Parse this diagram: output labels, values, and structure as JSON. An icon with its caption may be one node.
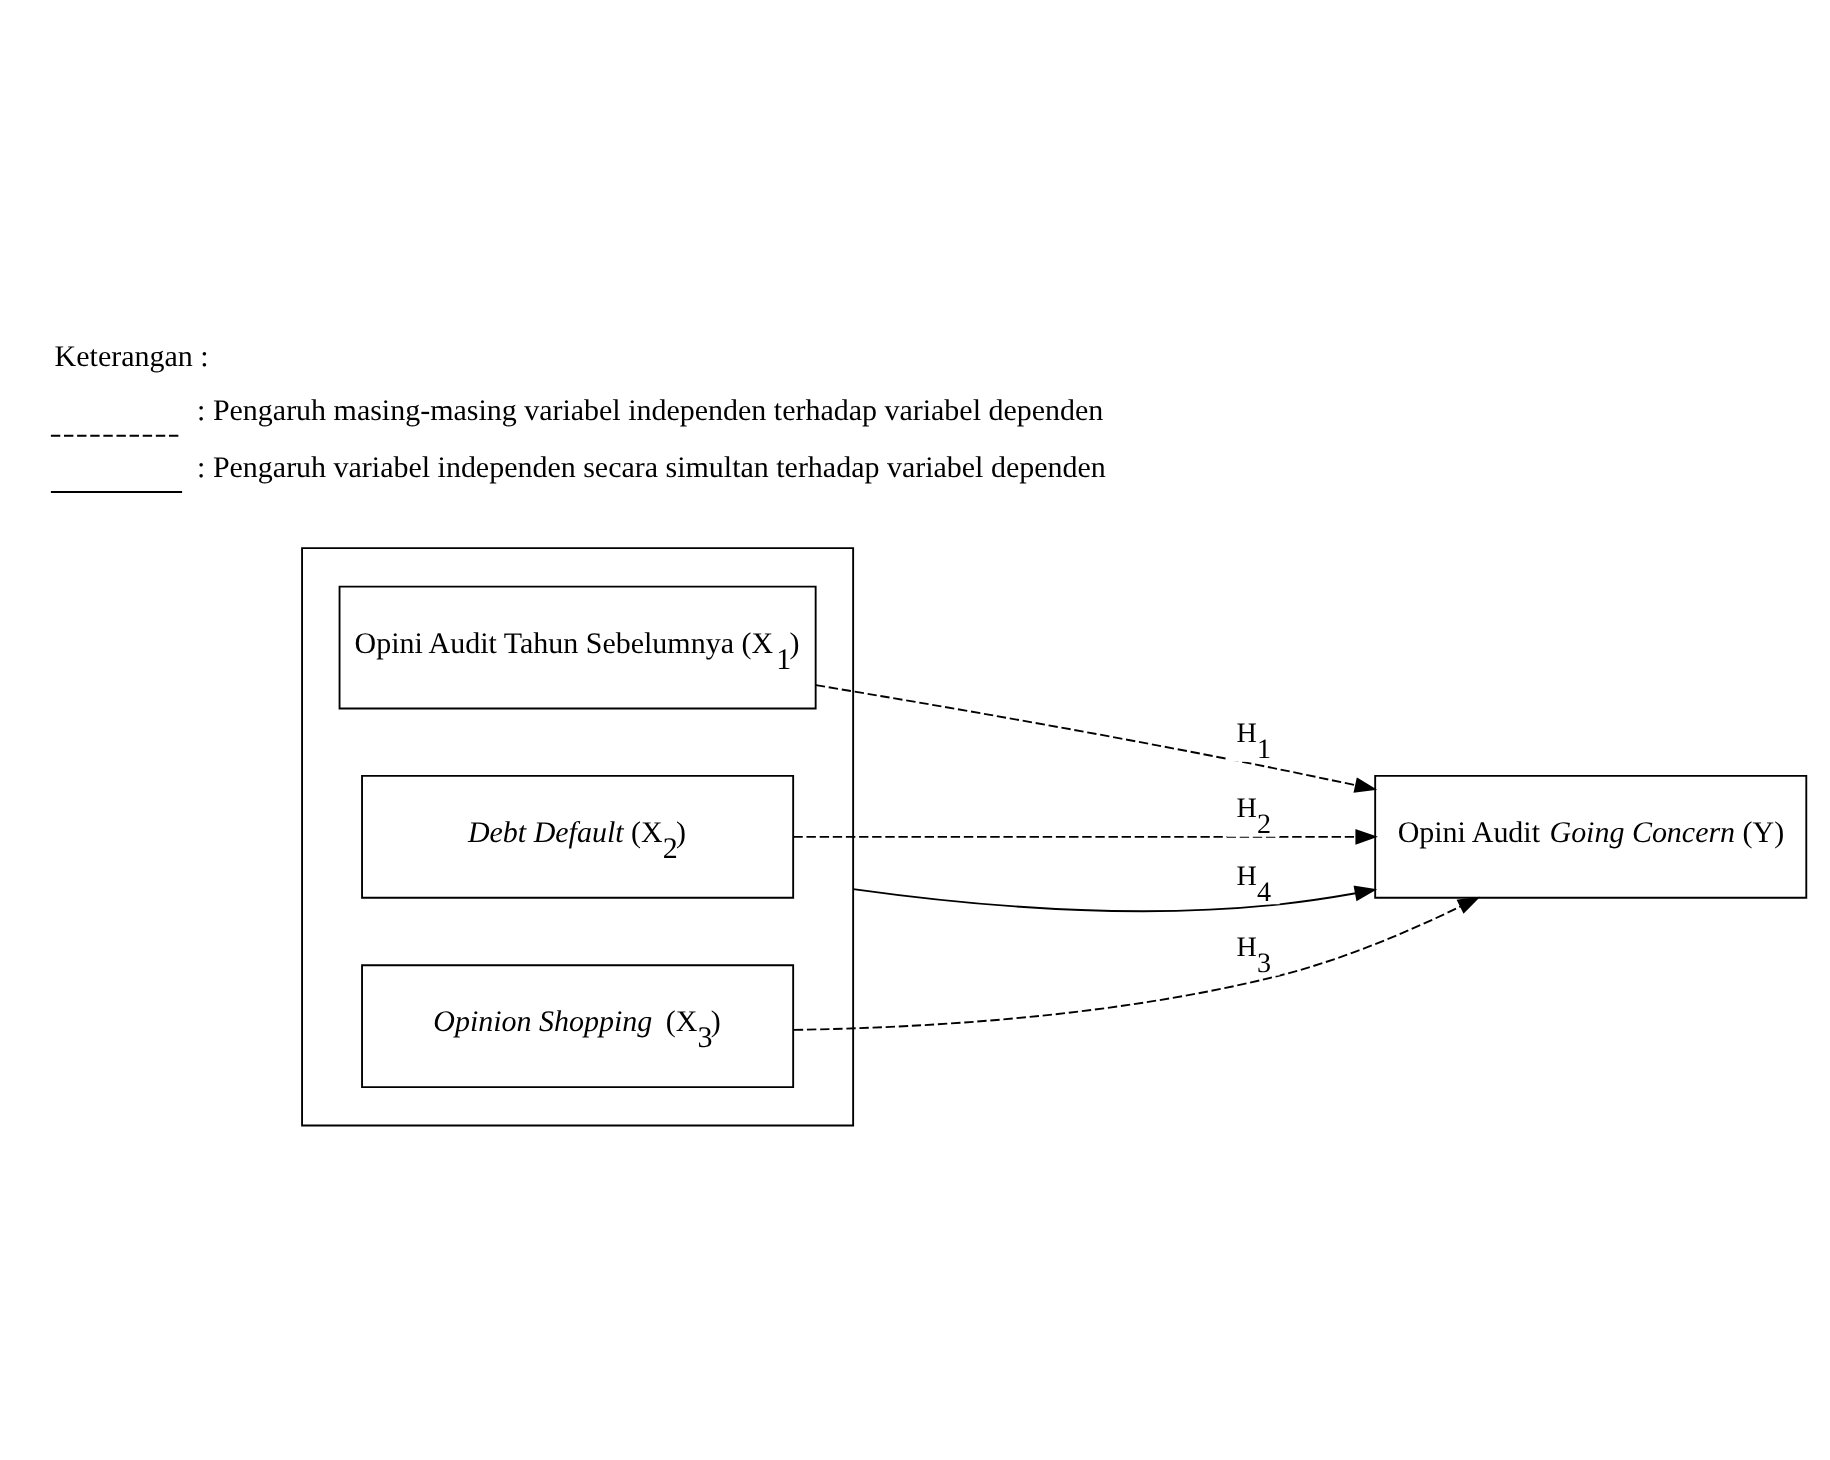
{
  "diagram": {
    "nodes": [
      {
        "text": [],
        "shape": "box"
      },
      {
        "text": [
          "Opini Audit Tahun Sebelumnya (X$_{1}$)"
        ],
        "in": 0
      },
      {
        "text": [
          "*Debt Default* (X$_{2}$)"
        ],
        "in": 0
      },
      {
        "text": [
          "*Opinion Shopping* (X$_{3}$)"
        ],
        "in": 0
      },
      {
        "text": [
          "Opini Audit *Going Concern* (Y)"
        ]
      }
    ],
    "edges": [
      {
        "from": 1,
        "to": 4,
        "arrow": "to",
        "style": "dashed",
        "label": "H$_{1}$"
      },
      {
        "from": 2,
        "to": 4,
        "arrow": "to",
        "style": "dashed",
        "label": "H$_{2}$"
      },
      {
        "from": 3,
        "to": 4,
        "arrow": "to",
        "style": "dashed",
        "label": "H$_{3}$"
      },
      {
        "from": 0,
        "to": 4,
        "arrow": "to",
        "label": "H$_{4}$"
      }
    ],
    "labels": [
      "Keterangan :"
    ],
    "legend": [
      {
        "text": ": Pengaruh masing-masing variabel independen terhadap variabel dependen"
      },
      {
        "text": ": Pengaruh variabel independen secara simultan terhadap variabel dependen"
      }
    ]
  }
}
